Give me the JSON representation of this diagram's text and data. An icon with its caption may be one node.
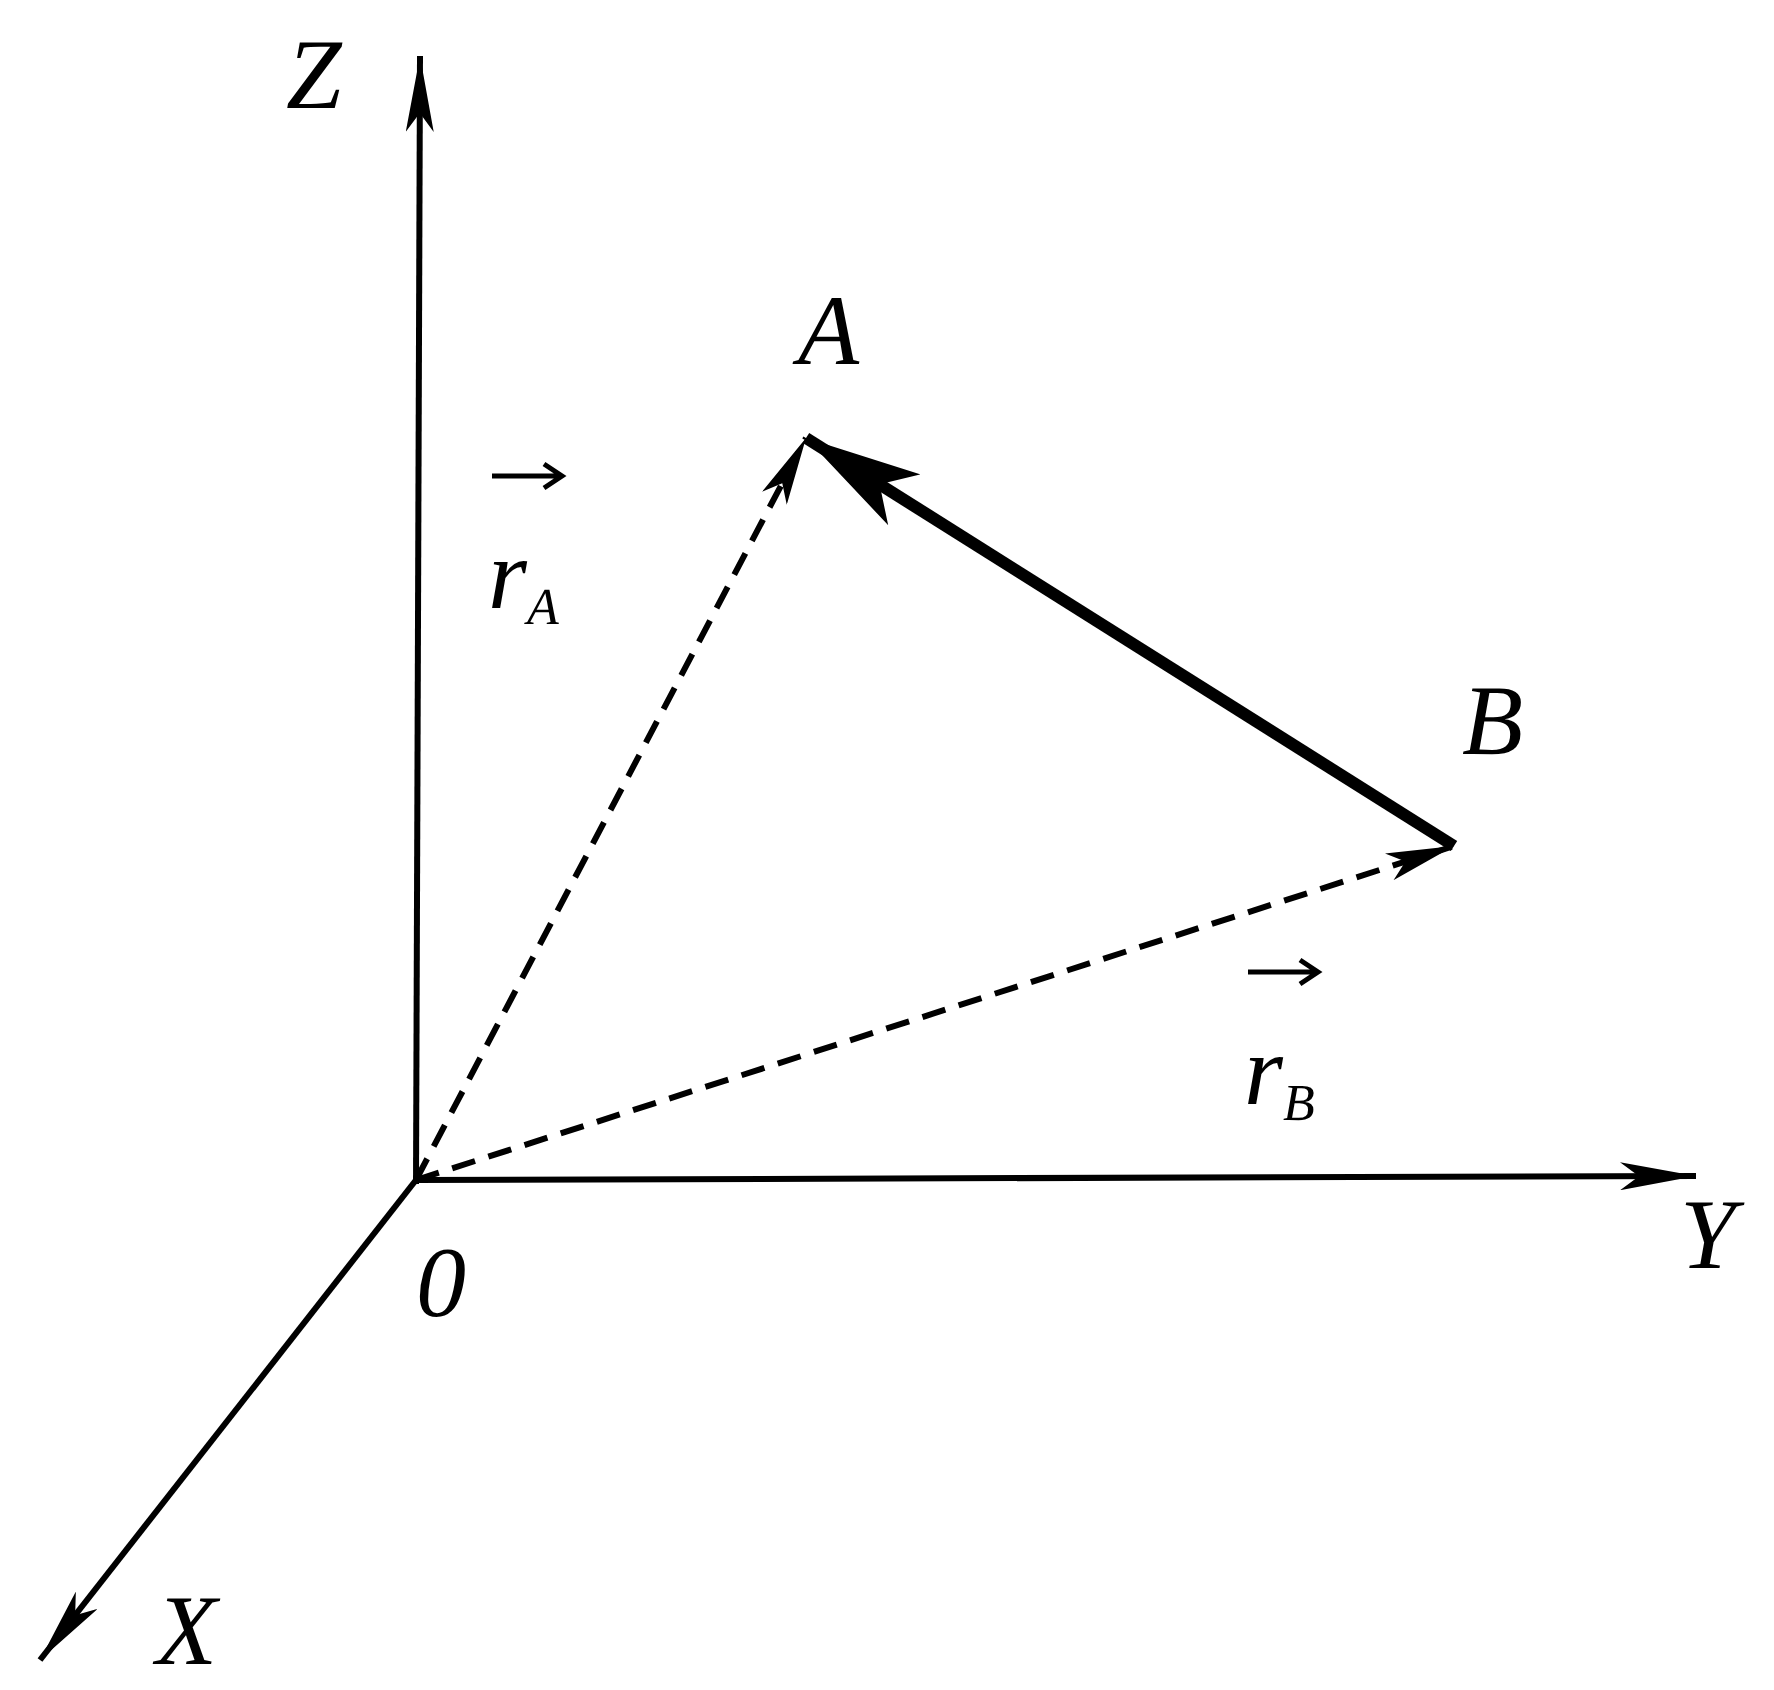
{
  "diagram": {
    "nodes": [
      {
        "text": [
          "A"
        ]
      },
      {
        "text": [
          "B"
        ]
      },
      {
        "text": [
          "0"
        ]
      }
    ],
    "edges": [
      {
        "from": 2,
        "to": 0,
        "arrow": "to",
        "style": "dashed",
        "label": "r$_{A}$"
      },
      {
        "from": 2,
        "to": 1,
        "arrow": "to",
        "style": "dashed",
        "label": "r$_{B}$"
      },
      {
        "from": 1,
        "to": 0,
        "arrow": "to",
        "style": "thick"
      }
    ],
    "labels": [
      "Z",
      "Y",
      "X"
    ]
  }
}
